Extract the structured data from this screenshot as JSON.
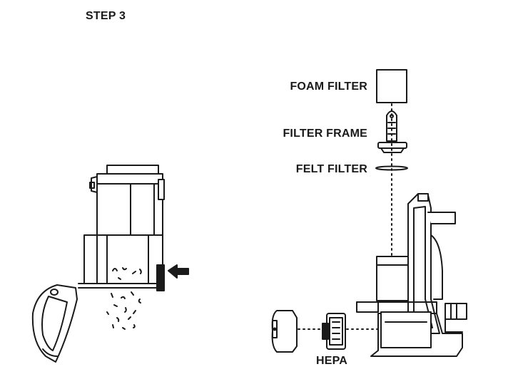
{
  "step": {
    "title": "STEP 3"
  },
  "labels": {
    "foam_filter": "FOAM FILTER",
    "filter_frame": "FILTER FRAME",
    "felt_filter": "FELT FILTER",
    "hepa": "HEPA"
  }
}
